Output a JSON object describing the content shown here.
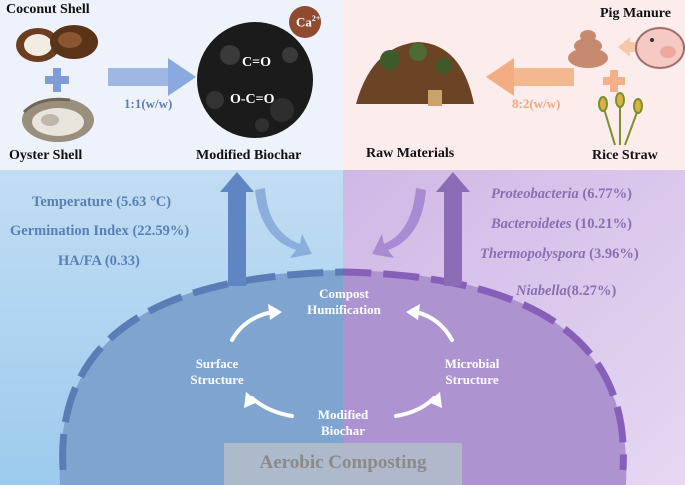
{
  "colors": {
    "top_left_bg": "#eef3fb",
    "top_right_bg": "#fcecec",
    "bottom_left_bg": "#a8d2ef",
    "bottom_right_bg": "#d8c2ea",
    "dome_left": "#7aa0cc",
    "dome_right": "#ae92d0",
    "blue_text": "#5a7fb3",
    "purple_text": "#8a6fb0",
    "orange_arrow": "#f2b48c",
    "banner_text": "#8a8a8a"
  },
  "top_left": {
    "coconut_label": "Coconut Shell",
    "oyster_label": "Oyster Shell",
    "ratio": "1:1(w/w)",
    "biochar_label": "Modified Biochar",
    "biochar_groups": [
      "C=O",
      "O-C=O"
    ],
    "calcium": "Ca",
    "calcium_charge": "2+"
  },
  "top_right": {
    "pig_label": "Pig Manure",
    "straw_label": "Rice Straw",
    "ratio": "8:2(w/w)",
    "raw_label": "Raw Materials"
  },
  "left_metrics": [
    "Temperature (5.63 °C)",
    "Germination Index (22.59%)",
    "HA/FA (0.33)"
  ],
  "right_taxa": [
    {
      "name": "Proteobacteria",
      "value": " (6.77%)"
    },
    {
      "name": "Bacteroidetes",
      "value": " (10.21%)"
    },
    {
      "name": "Thermopolyspora",
      "value": " (3.96%)"
    },
    {
      "name": "Niabella",
      "value": "(8.27%)"
    }
  ],
  "cycle": {
    "top_line1": "Compost",
    "top_line2": "Humification",
    "left_line1": "Surface",
    "left_line2": "Structure",
    "right_line1": "Microbial",
    "right_line2": "Structure",
    "bottom_line1": "Modified",
    "bottom_line2": "Biochar"
  },
  "banner": "Aerobic Composting",
  "icons": [
    "coconut-shell-icon",
    "oyster-shell-icon",
    "biochar-icon",
    "pig-icon",
    "manure-icon",
    "rice-straw-icon",
    "soil-pile-icon",
    "plus-icon",
    "arrow-icon"
  ]
}
